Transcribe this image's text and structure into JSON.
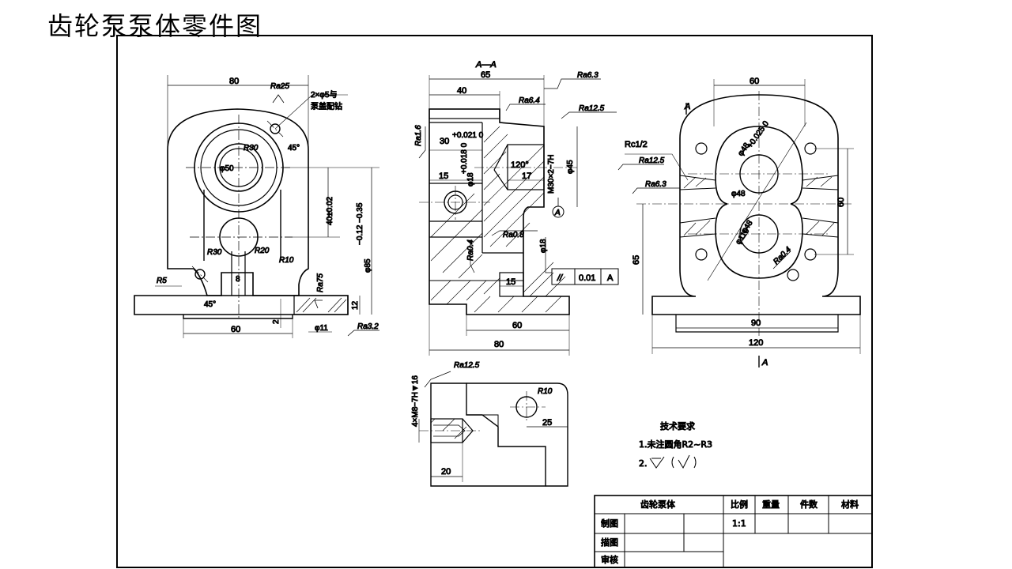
{
  "title": "齿轮泵泵体零件图",
  "labels": {
    "section_aa": "A—A",
    "view_a": "A",
    "marker_a": "A",
    "marker_a2": "A"
  },
  "front_view": {
    "dim_80": "80",
    "ra25": "Ra25",
    "note_holes_1": "2×φ5与",
    "note_holes_2": "泵盖配钻",
    "r30": "R30",
    "phi50": "φ50",
    "angle_45": "45°",
    "dim_40": "40±0.02",
    "dim_85": "φ85",
    "dim_85_tol": "−0.12 −0.35",
    "r30b": "R30",
    "r20": "R20",
    "r10": "R10",
    "r5": "R5",
    "dim_8": "8",
    "angle_45b": "45°",
    "dim_60": "60",
    "dim_2": "2",
    "dim_12": "12",
    "phi11": "φ11",
    "ra75": "Ra75",
    "ra32": "Ra3.2"
  },
  "section_view": {
    "dim_65": "65",
    "dim_40": "40",
    "ra63a": "Ra6.3",
    "ra64": "Ra6.4",
    "ra125": "Ra12.5",
    "ra16": "Ra1.6",
    "dim_30": "30",
    "tol_30": "+0.021 0",
    "phi18": "φ18",
    "tol_18": "+0.018 0",
    "angle_120": "120°",
    "dim_17": "17",
    "dim_15": "15",
    "m30": "M30×2−7H",
    "phi45": "φ45",
    "phi18b": "φ18",
    "ra08": "Ra0.8",
    "ra04": "Ra0.4",
    "dim_15b": "15",
    "parallel_tol": "//",
    "tol_val": "0.01",
    "datum": "A",
    "dim_60": "60",
    "dim_80": "80"
  },
  "side_view": {
    "dim_60": "60",
    "rc12": "Rc1/2",
    "ra125": "Ra12.5",
    "ra63": "Ra6.3",
    "phi48a": "φ48",
    "phi48b": "φ48",
    "phi48c": "φ48",
    "tol_48": "+0.025 0",
    "phi110": "φ110",
    "dim_60v": "60",
    "dim_65": "65",
    "ra04": "Ra0.4",
    "dim_90": "90",
    "dim_120": "120"
  },
  "detail_view": {
    "ra125": "Ra12.5",
    "thread": "4×M8−7H▼16",
    "r10": "R10",
    "dim_25": "25",
    "dim_20": "20"
  },
  "tech_req": {
    "heading": "技术要求",
    "item1": "1.未注圆角R2~R3",
    "item2": "2."
  },
  "title_block": {
    "part_name": "齿轮泵体",
    "scale_label": "比例",
    "weight_label": "重量",
    "qty_label": "件数",
    "material_label": "材料",
    "scale_value": "1:1",
    "drawn": "制图",
    "traced": "描图",
    "checked": "审核"
  }
}
